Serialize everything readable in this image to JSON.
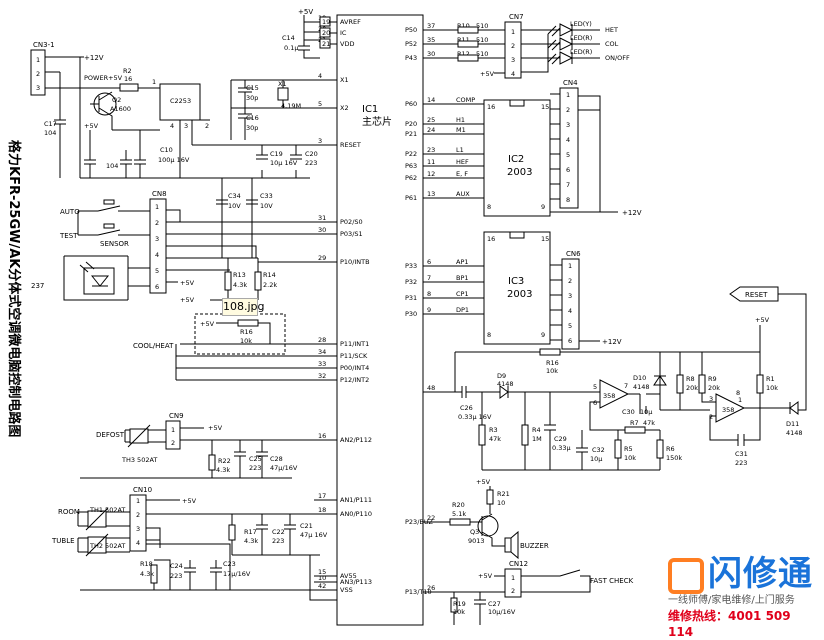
{
  "title": "格力KFR-25GW/AK分体式空调微电脑控制电路图",
  "image_tag": "108.jpg",
  "brand": {
    "name": "闪修通",
    "slogan": "一线师傅/家电维修/上门服务",
    "hotline": "维修热线：4001 509 114"
  },
  "ic1": {
    "name": "IC1",
    "sub": "主芯片",
    "left_pins": [
      {
        "n": "19",
        "l": "AVREF"
      },
      {
        "n": "20",
        "l": "IC"
      },
      {
        "n": "21",
        "l": "VDD"
      },
      {
        "n": "4",
        "l": "X1"
      },
      {
        "n": "5",
        "l": "X2"
      },
      {
        "n": "3",
        "l": "RESET"
      },
      {
        "n": "31",
        "l": "P02/S0"
      },
      {
        "n": "30",
        "l": "P03/S1"
      },
      {
        "n": "29",
        "l": "P10/INTB"
      },
      {
        "n": "28",
        "l": "P11/INT1"
      },
      {
        "n": "34",
        "l": "P11/SCK"
      },
      {
        "n": "33",
        "l": "P00/INT4"
      },
      {
        "n": "32",
        "l": "P12/INT2"
      },
      {
        "n": "16",
        "l": "AN2/P112"
      },
      {
        "n": "17",
        "l": "AN1/P111"
      },
      {
        "n": "18",
        "l": "AN0/P110"
      },
      {
        "n": "15",
        "l": "AV55"
      },
      {
        "n": "10",
        "l": "AN3/P113"
      },
      {
        "n": "42",
        "l": "VSS"
      }
    ],
    "right_pins": [
      {
        "n": "37",
        "l": "P50"
      },
      {
        "n": "35",
        "l": "P52"
      },
      {
        "n": "30",
        "l": "P43"
      },
      {
        "n": "14",
        "l": "P60"
      },
      {
        "n": "25",
        "l": "P20"
      },
      {
        "n": "24",
        "l": "P21"
      },
      {
        "n": "23",
        "l": "P22"
      },
      {
        "n": "11",
        "l": "P63"
      },
      {
        "n": "12",
        "l": "P62"
      },
      {
        "n": "13",
        "l": "P61"
      },
      {
        "n": "6",
        "l": "P33"
      },
      {
        "n": "7",
        "l": "P32"
      },
      {
        "n": "8",
        "l": "P31"
      },
      {
        "n": "9",
        "l": "P30"
      },
      {
        "n": "48",
        "l": ""
      },
      {
        "n": "22",
        "l": "P23/BUZ"
      },
      {
        "n": "26",
        "l": "P13/T10"
      }
    ]
  },
  "ic2": {
    "name": "IC2",
    "part": "2003",
    "in": [
      "COMP",
      "H1",
      "M1",
      "L1",
      "HEF",
      "E, F",
      "AUX"
    ],
    "pins_in": [
      "14",
      "25",
      "24",
      "23",
      "11",
      "12",
      "13"
    ],
    "p8": "8",
    "p9": "9",
    "p16": "16",
    "p15": "15"
  },
  "ic3": {
    "name": "IC3",
    "part": "2003",
    "in": [
      "AP1",
      "BP1",
      "CP1",
      "DP1"
    ],
    "pins_in": [
      "6",
      "7",
      "8",
      "9"
    ],
    "p8": "8",
    "p9": "9",
    "p16": "16",
    "p15": "15"
  },
  "cn": {
    "cn3": "CN3-1",
    "cn7": "CN7",
    "cn4": "CN4",
    "cn6": "CN6",
    "cn8": "CN8",
    "cn9": "CN9",
    "cn10": "CN10",
    "cn12": "CN12"
  },
  "supply": {
    "p5v": "+5V",
    "p12v": "+12V",
    "power5v": "POWER+5V"
  },
  "leds": [
    "LED(Y)",
    "LED(R)",
    "LED(R)"
  ],
  "led_funcs": [
    "HET",
    "COL",
    "ON/OFF"
  ],
  "labels": {
    "auto": "AUTO",
    "test": "TEST",
    "sensor": "SENSOR",
    "coolheat": "COOL/HEAT",
    "defost": "DEFOST",
    "th3": "TH3 502AT",
    "room": "ROOM",
    "tuble": "TUBLE",
    "th1": "TH1 502AT",
    "th2": "TH2 502AT",
    "buzzer": "BUZZER",
    "fastcheck": "FAST CHECK",
    "reset": "RESET",
    "n237": "237",
    "c2253": "C2253"
  },
  "components": {
    "R2": "R2",
    "R2v": "16",
    "Q2": "Q2",
    "Q2v": "A1600",
    "C17": "C17",
    "C17v": "104",
    "C10": "C10",
    "C10v": "100μ 16V",
    "C184": "104",
    "C14": "C14",
    "C14v": "0.1μ",
    "C15": "C15",
    "C15v": "30p",
    "X1": "X1",
    "X1v": "4.19M",
    "C16": "C16",
    "C16v": "30p",
    "C19": "C19",
    "C19v": "10μ 16V",
    "C20": "C20",
    "C20v": "223",
    "C34": "C34",
    "C34v": "10V",
    "C33": "C33",
    "C33v": "10V",
    "R13": "R13",
    "R13v": "4.3k",
    "R14": "R14",
    "R14v": "2.2k",
    "R16a": "R16",
    "R16av": "10k",
    "R10": "R10",
    "R10v": "510",
    "R11": "R11",
    "R11v": "510",
    "R12": "R12",
    "R12v": "510",
    "C26": "C26",
    "C26v": "0.33μ 16V",
    "D9": "D9",
    "D9v": "4148",
    "R16b": "R16",
    "R16bv": "10k",
    "R3": "R3",
    "R3v": "47k",
    "R4": "R4",
    "R4v": "1M",
    "C29": "C29",
    "C29v": "0.33μ",
    "C32": "C32",
    "C32v": "10μ",
    "R5": "R5",
    "R5v": "10k",
    "R7": "R7",
    "R7v": "47k",
    "R6": "R6",
    "R6v": "150k",
    "C30": "C30",
    "C30v": "10μ",
    "D10": "D10",
    "D10v": "4148",
    "R8": "R8",
    "R8v": "20k",
    "R9": "R9",
    "R9v": "20k",
    "R1": "R1",
    "R1v": "10k",
    "D11": "D11",
    "D11v": "4148",
    "C31": "C31",
    "C31v": "223",
    "U358a": "358",
    "U358b": "358",
    "R22": "R22",
    "R22v": "4.3k",
    "C25": "C25",
    "C25v": "223",
    "C28": "C28",
    "C28v": "47μ/16V",
    "R17": "R17",
    "R17v": "4.3k",
    "C22": "C22",
    "C22v": "223",
    "C21": "C21",
    "C21v": "47μ 16V",
    "R18": "R18",
    "R18v": "4.3k",
    "C24": "C24",
    "C24v": "223",
    "C23": "C23",
    "C23v": "17μ/16V",
    "R20": "R20",
    "R20v": "5.1k",
    "R21": "R21",
    "R21v": "10",
    "Q3": "Q3",
    "Q3v": "9013",
    "R19": "R19",
    "R19v": "10k",
    "C27": "C27",
    "C27v": "10μ/16V"
  }
}
